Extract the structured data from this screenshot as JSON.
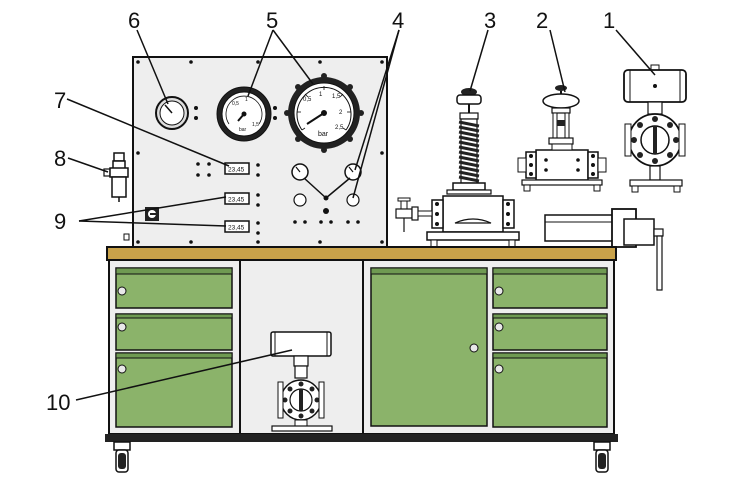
{
  "callouts": {
    "c1": "1",
    "c2": "2",
    "c3": "3",
    "c4": "4",
    "c5": "5",
    "c6": "6",
    "c7": "7",
    "c8": "8",
    "c9": "9",
    "c10": "10"
  },
  "gauges": {
    "large_unit": "bar",
    "large_ticks": [
      "0,5",
      "1",
      "1,5",
      "2",
      "2,5"
    ],
    "medium_unit": "bar",
    "medium_ticks": [
      "0,5",
      "1",
      "1,5"
    ]
  },
  "displays": {
    "d1": "23,45",
    "d2": "23,45",
    "d3": "23,45"
  },
  "colors": {
    "cabinet_green": "#8bb36a",
    "worktop": "#c9a24a",
    "steel": "#e9e9e9",
    "outline": "#111111"
  }
}
